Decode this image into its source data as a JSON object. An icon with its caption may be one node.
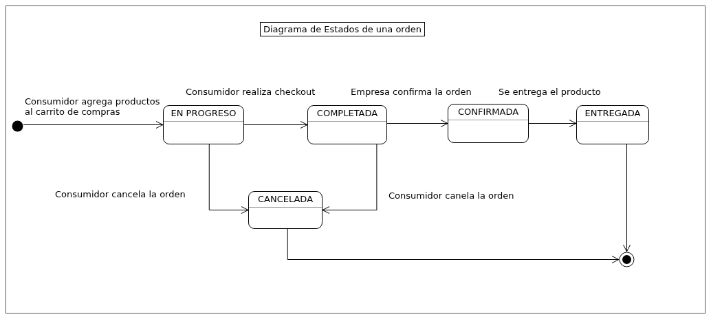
{
  "diagram": {
    "title": "Diagrama de Estados de una orden",
    "nodes": [
      {
        "text": [],
        "shape": "circle"
      },
      {
        "text": [
          "EN PROGRESO"
        ]
      },
      {
        "text": [
          "COMPLETADA"
        ]
      },
      {
        "text": [
          "CONFIRMADA"
        ]
      },
      {
        "text": [
          "ENTREGADA"
        ]
      },
      {
        "text": [
          "CANCELADA"
        ]
      },
      {
        "text": [],
        "shape": "circle"
      }
    ],
    "edges": [
      {
        "from": 0,
        "to": 1,
        "arrow": "to",
        "label": "Consumidor agrega productos al carrito de compras"
      },
      {
        "from": 1,
        "to": 2,
        "arrow": "to",
        "label": "Consumidor realiza checkout"
      },
      {
        "from": 2,
        "to": 3,
        "arrow": "to",
        "label": "Empresa confirma la orden"
      },
      {
        "from": 3,
        "to": 4,
        "arrow": "to",
        "label": "Se entrega el producto"
      },
      {
        "from": 1,
        "to": 5,
        "arrow": "to",
        "label": "Consumidor cancela la orden"
      },
      {
        "from": 2,
        "to": 5,
        "arrow": "to",
        "label": "Consumidor canela la orden"
      },
      {
        "from": 5,
        "to": 6,
        "arrow": "to"
      },
      {
        "from": 4,
        "to": 6,
        "arrow": "to"
      }
    ]
  }
}
